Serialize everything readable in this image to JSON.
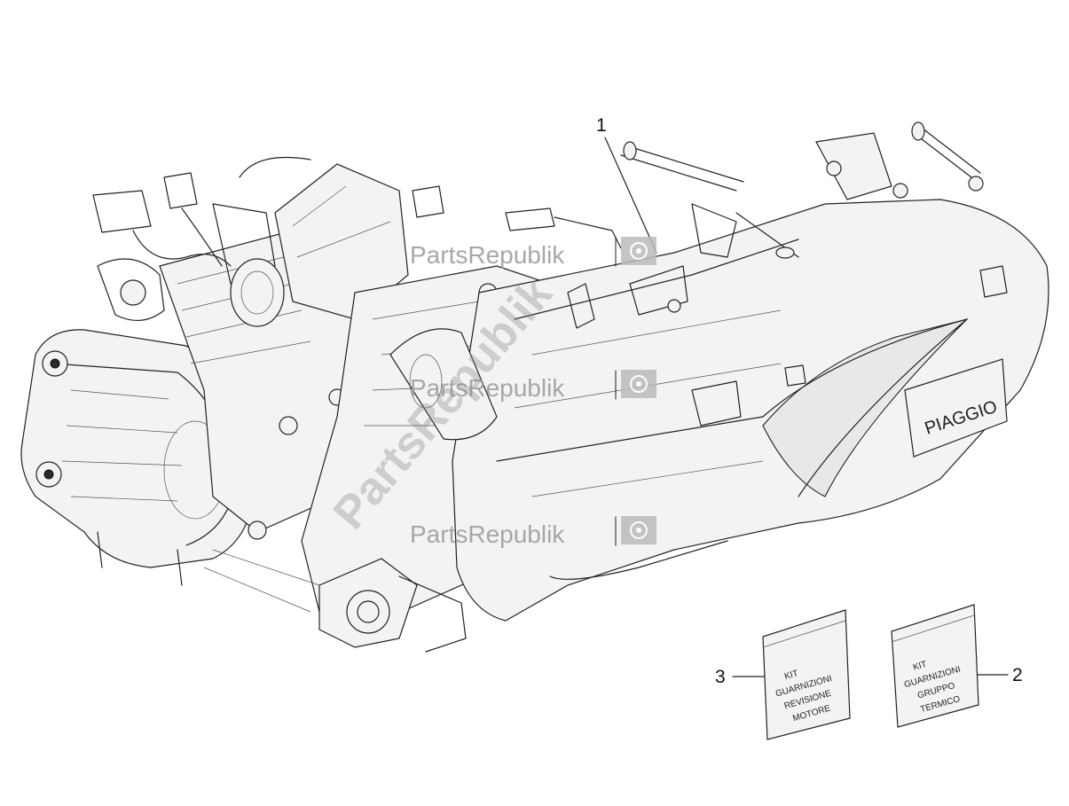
{
  "diagram": {
    "brand_logo": "PIAGGIO",
    "callouts": [
      {
        "number": "1"
      },
      {
        "number": "2"
      },
      {
        "number": "3"
      }
    ],
    "kit_bag_left": {
      "lines": [
        "KIT",
        "GUARNIZIONI",
        "REVISIONE",
        "MOTORE"
      ]
    },
    "kit_bag_right": {
      "lines": [
        "KIT",
        "GUARNIZIONI",
        "GRUPPO",
        "TERMICO"
      ]
    }
  },
  "watermark": {
    "text": "PartsRepublik",
    "icon": "gear-flag-icon"
  },
  "colors": {
    "line": "#222222",
    "watermark": "#9a9a9a",
    "background": "#ffffff"
  }
}
